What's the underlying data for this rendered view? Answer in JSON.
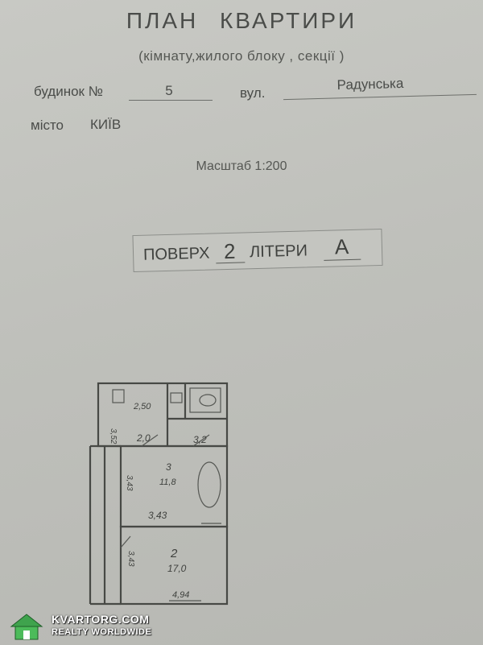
{
  "document": {
    "title": "ПЛАН КВАРТИРИ",
    "subtitle": "(кімнату,жилого блоку , секції )",
    "building_label": "будинок  №",
    "building_number": "5",
    "street_label": "вул.",
    "street_value": "Радунська",
    "city_label": "місто",
    "city_value": "КИЇВ",
    "scale_text": "Масштаб  1:200",
    "floor_label": "ПОВЕРХ",
    "floor_value": "2",
    "letter_label": "ЛІТЕРИ",
    "letter_value": "А"
  },
  "plan": {
    "dimensions": {
      "top_room_width": "2,50",
      "top_room_side": "3,52",
      "left_side_upper": "3,43",
      "left_side_lower": "3,43",
      "room3_bottom": "3,43",
      "room2_bottom": "4,94"
    },
    "rooms": [
      {
        "number": "",
        "area": "2,0"
      },
      {
        "number": "",
        "area": "3,2"
      },
      {
        "number": "3",
        "area": "11,8"
      },
      {
        "number": "2",
        "area": "17,0"
      }
    ]
  },
  "watermark": {
    "brand": "KVARTORG.COM",
    "tagline": "REALTY WORLDWIDE"
  }
}
